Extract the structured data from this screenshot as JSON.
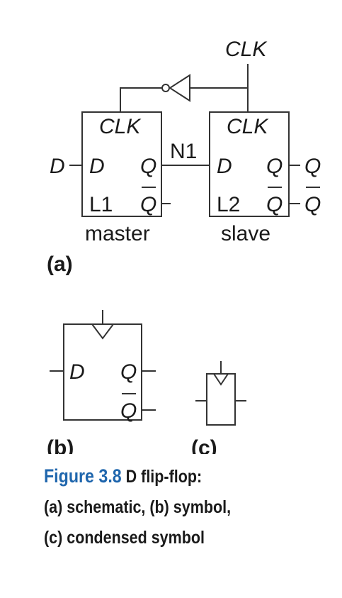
{
  "schematic": {
    "clk_input": "CLK",
    "master": {
      "clk": "CLK",
      "d": "D",
      "q": "Q",
      "qbar": "Q",
      "name": "L1",
      "caption": "master"
    },
    "slave": {
      "clk": "CLK",
      "d": "D",
      "q": "Q",
      "qbar": "Q",
      "name": "L2",
      "caption": "slave"
    },
    "input_d": "D",
    "node": "N1",
    "output_q": "Q",
    "output_qbar": "Q",
    "part_label": "(a)"
  },
  "symbol": {
    "d": "D",
    "q": "Q",
    "qbar": "Q",
    "part_label": "(b)"
  },
  "condensed": {
    "part_label": "(c)"
  },
  "caption": {
    "figure_label": "Figure 3.8",
    "line1": "D flip-flop:",
    "line2": "(a) schematic, (b) symbol,",
    "line3": "(c) condensed symbol"
  },
  "colors": {
    "figure_label": "#1f66ad",
    "line": "#333333"
  }
}
